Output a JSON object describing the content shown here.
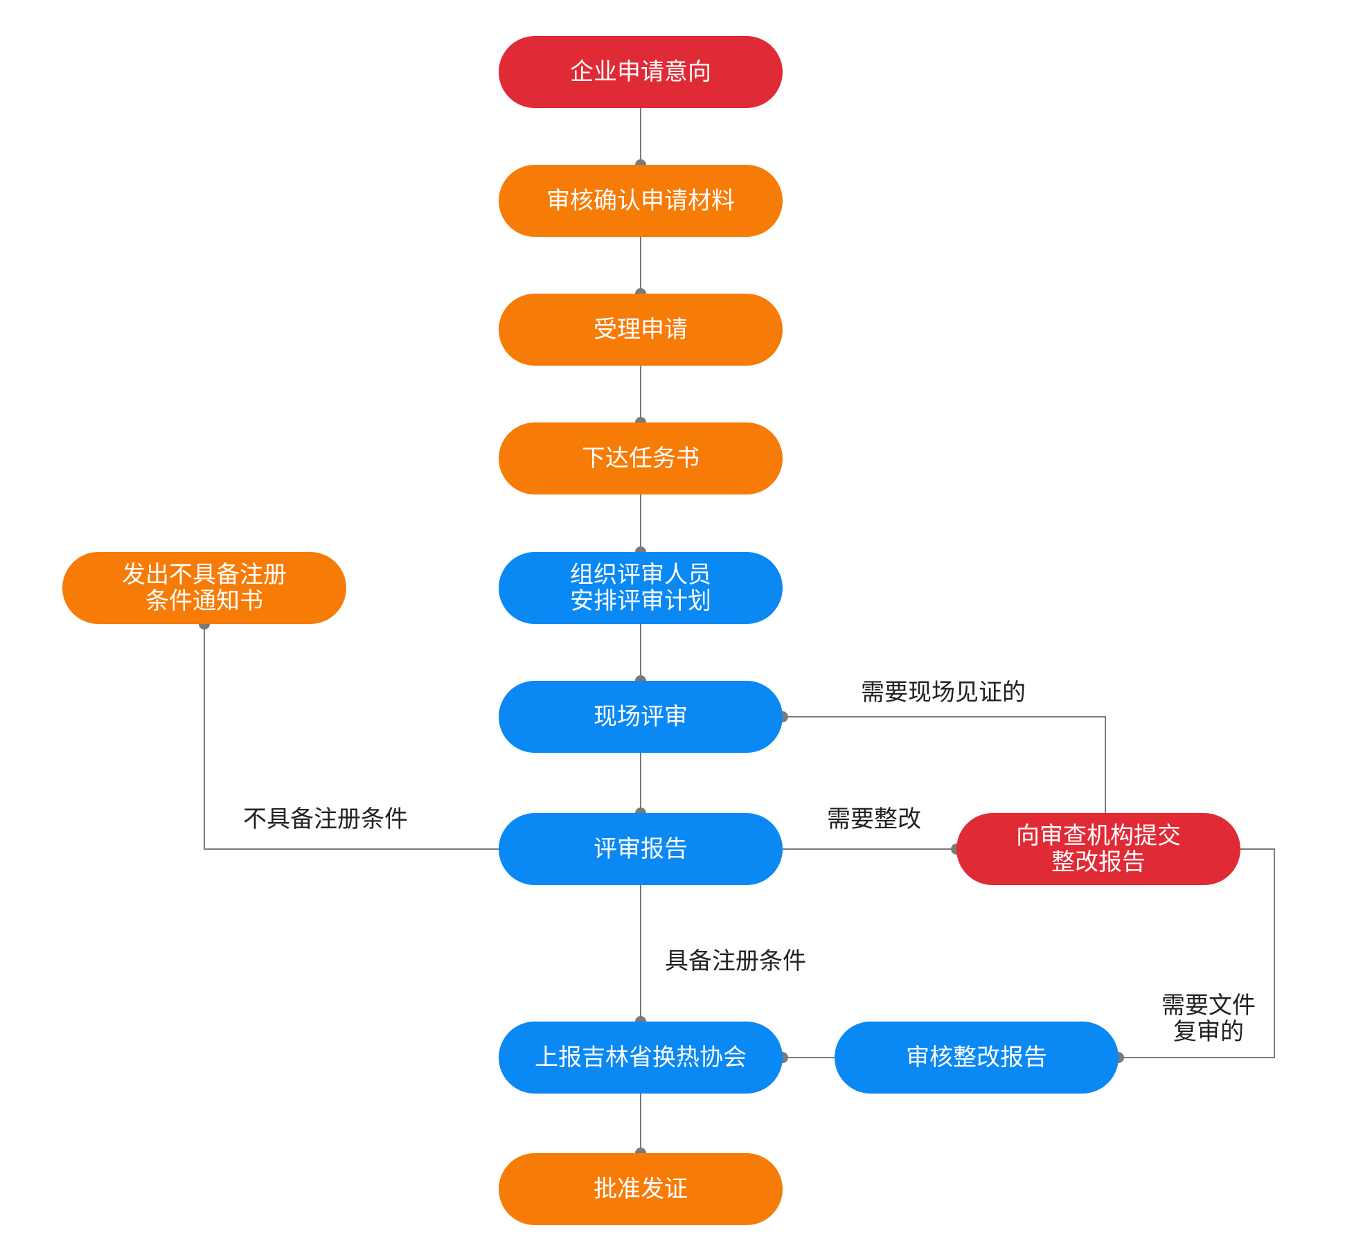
{
  "colors": {
    "red": "#e02a35",
    "orange": "#f77b07",
    "blue": "#0a88f3",
    "connector": "#7a7a7a",
    "label_text": "#222222",
    "node_text": "#ffffff"
  },
  "nodes": {
    "apply_intent": {
      "lines": [
        "企业申请意向"
      ],
      "color": "red"
    },
    "review_materials": {
      "lines": [
        "审核确认申请材料"
      ],
      "color": "orange"
    },
    "accept_application": {
      "lines": [
        "受理申请"
      ],
      "color": "orange"
    },
    "issue_task": {
      "lines": [
        "下达任务书"
      ],
      "color": "orange"
    },
    "organize_review": {
      "lines": [
        "组织评审人员",
        "安排评审计划"
      ],
      "color": "blue"
    },
    "onsite_review": {
      "lines": [
        "现场评审"
      ],
      "color": "blue"
    },
    "review_report": {
      "lines": [
        "评审报告"
      ],
      "color": "blue"
    },
    "report_association": {
      "lines": [
        "上报吉林省换热协会"
      ],
      "color": "blue"
    },
    "approve_certificate": {
      "lines": [
        "批准发证"
      ],
      "color": "orange"
    },
    "notice_ineligible": {
      "lines": [
        "发出不具备注册",
        "条件通知书"
      ],
      "color": "orange"
    },
    "submit_rectification": {
      "lines": [
        "向审查机构提交",
        "整改报告"
      ],
      "color": "red"
    },
    "audit_rectification": {
      "lines": [
        "审核整改报告"
      ],
      "color": "blue"
    }
  },
  "edge_labels": {
    "not_eligible": [
      "不具备注册条件"
    ],
    "need_rectify": [
      "需要整改"
    ],
    "need_witness": [
      "需要现场见证的"
    ],
    "eligible": [
      "具备注册条件"
    ],
    "need_doc_review": [
      "需要文件",
      "复审的"
    ]
  }
}
